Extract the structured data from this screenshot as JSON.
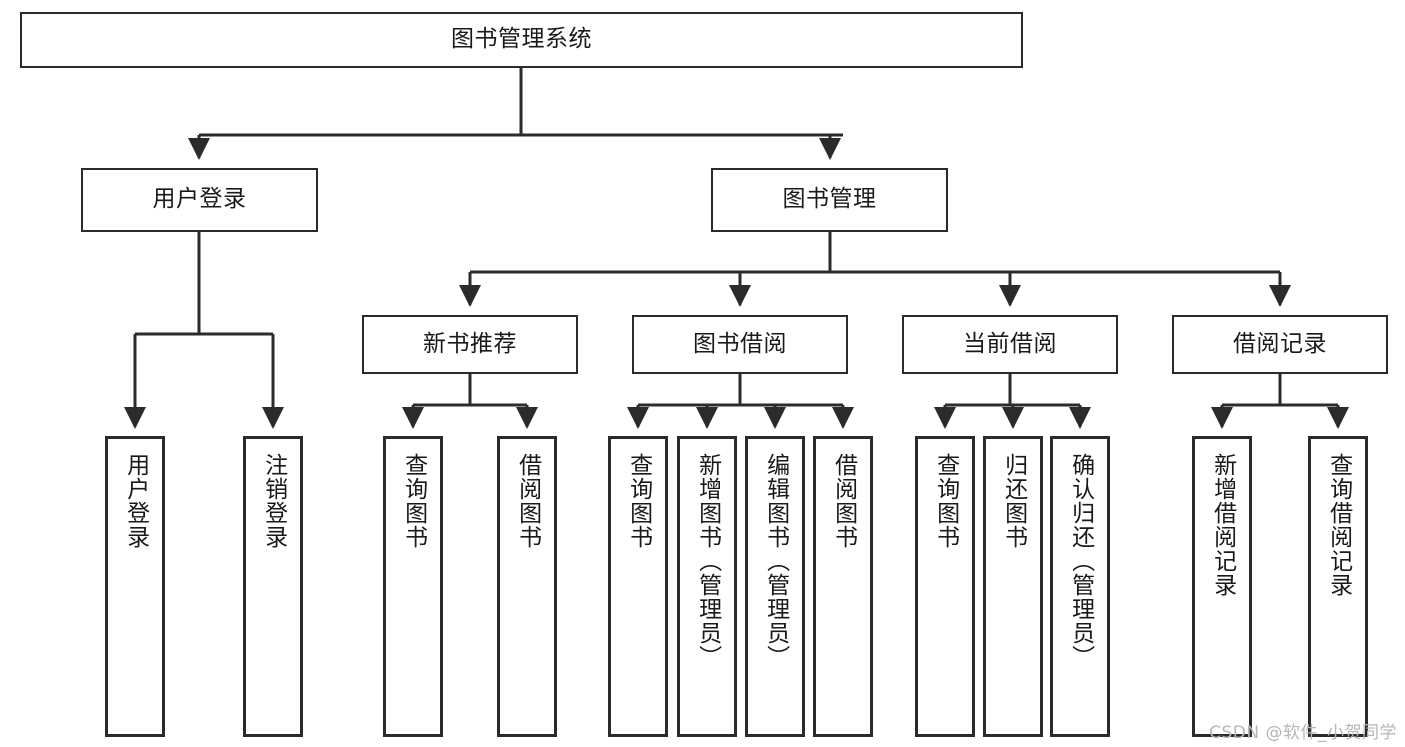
{
  "diagram": {
    "title": "图书管理系统",
    "type": "tree-hierarchy-diagram",
    "colors": {
      "box_border": "#2b2b2b",
      "box_fill": "#ffffff",
      "connector": "#2b2b2b",
      "text": "#1a1a1a",
      "watermark": "#b6b6b6",
      "background": "#ffffff"
    },
    "root": {
      "label": "图书管理系统"
    },
    "level1": [
      {
        "label": "用户登录"
      },
      {
        "label": "图书管理"
      }
    ],
    "level2": [
      {
        "label": "新书推荐"
      },
      {
        "label": "图书借阅"
      },
      {
        "label": "当前借阅"
      },
      {
        "label": "借阅记录"
      }
    ],
    "leaves": {
      "user_login": [
        {
          "label": "用户登录"
        },
        {
          "label": "注销登录"
        }
      ],
      "new_book_recommend": [
        {
          "label": "查询图书"
        },
        {
          "label": "借阅图书"
        }
      ],
      "book_borrow": [
        {
          "label": "查询图书"
        },
        {
          "label": "新增图书（管理员）"
        },
        {
          "label": "编辑图书（管理员）"
        },
        {
          "label": "借阅图书"
        }
      ],
      "current_borrow": [
        {
          "label": "查询图书"
        },
        {
          "label": "归还图书"
        },
        {
          "label": "确认归还（管理员）"
        }
      ],
      "borrow_record": [
        {
          "label": "新增借阅记录"
        },
        {
          "label": "查询借阅记录"
        }
      ]
    }
  },
  "watermark": {
    "text": "CSDN @软件_小贺同学"
  }
}
